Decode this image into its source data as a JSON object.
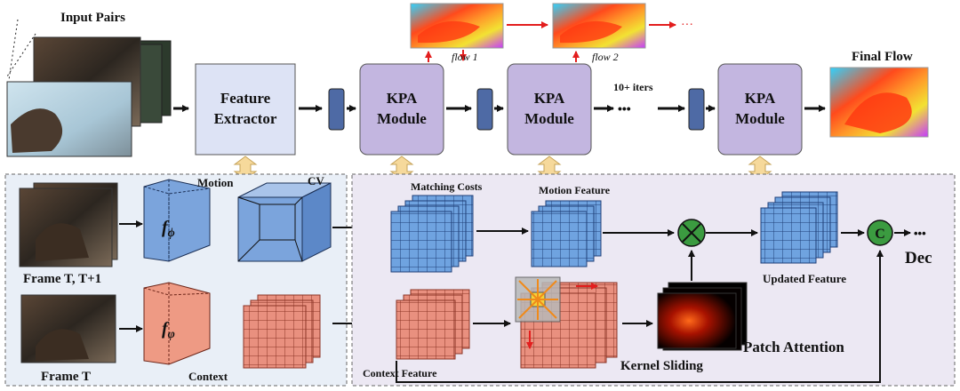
{
  "top": {
    "input_pairs": "Input Pairs",
    "feature_extractor_l1": "Feature",
    "feature_extractor_l2": "Extractor",
    "kpa_l1": "KPA",
    "kpa_l2": "Module",
    "flow1": "flow 1",
    "flow2": "flow 2",
    "ellipsis": "···",
    "iters": "10+ iters",
    "dots": "•••",
    "final_flow": "Final Flow"
  },
  "left_panel": {
    "motion": "Motion",
    "cv": "CV",
    "f_phi": "f",
    "phi": "ϕ",
    "f_varphi": "f",
    "varphi": "φ",
    "frame_pair": "Frame T, T+1",
    "frame_single": "Frame T",
    "context": "Context"
  },
  "right_panel": {
    "matching_costs": "Matching Costs",
    "motion_feature": "Motion Feature",
    "updated_feature": "Updated Feature",
    "context_feature": "Context Feature",
    "kernel_sliding": "Kernel Sliding",
    "patch_attention": "Patch Attention",
    "dec": "Dec",
    "concat": "C",
    "dec_dots": "•••"
  },
  "colors": {
    "feature_extractor": "#dde3f5",
    "kpa": "#c3b6e0",
    "blue_block": "#4e6aa5",
    "left_panel_bg": "#e9eff7",
    "right_panel_bg": "#ece8f3",
    "motion_grid": "#6fa3e0",
    "context_grid": "#e9907f",
    "encoder_blue": "#7ba4dc",
    "encoder_red": "#ee9a84",
    "multiply_node": "#3b9b40",
    "arrow_red": "#e31e1e",
    "updown_arrow": "#f6d99b"
  }
}
